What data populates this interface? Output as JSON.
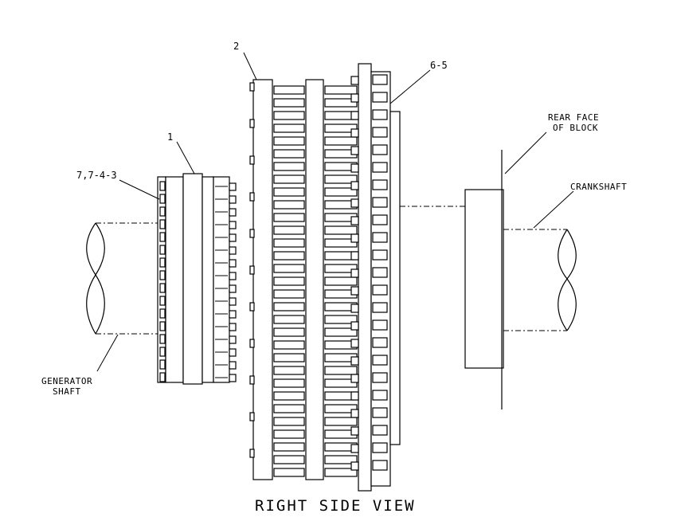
{
  "labels": {
    "part_1": "1",
    "part_2": "2",
    "part_6_5": "6-5",
    "part_7_4_3": "7,7-4-3",
    "rear_face_line1": "REAR FACE",
    "rear_face_line2": "OF BLOCK",
    "crankshaft": "CRANKSHAFT",
    "generator_line1": "GENERATOR",
    "generator_line2": "SHAFT"
  },
  "view_title": "RIGHT SIDE VIEW"
}
